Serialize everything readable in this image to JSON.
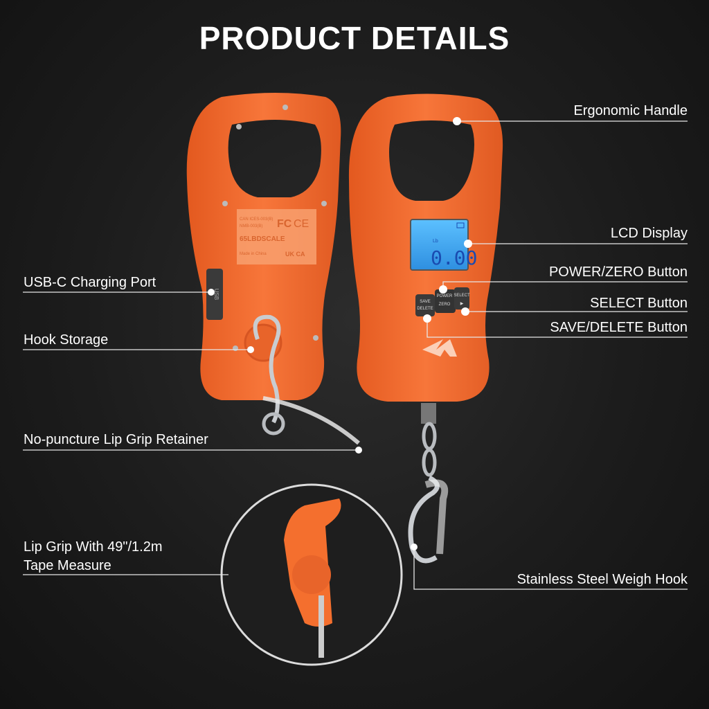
{
  "title": "PRODUCT DETAILS",
  "colors": {
    "body": "#f46f2e",
    "lcd": "#3aa6f0",
    "background": "#1c1c1c"
  },
  "device": {
    "back_label": {
      "model_line1": "CAN ICES-003(B)",
      "model_line2": "NMB-003(B)",
      "name": "65LBDSCALE",
      "origin": "Made in China",
      "marks": [
        "FC",
        "CE",
        "UK CA"
      ]
    },
    "lcd": {
      "unit": "Lb",
      "reading": "0.00"
    },
    "buttons": {
      "save": "SAVE",
      "delete": "DELETE",
      "power": "POWER",
      "zero": "ZERO",
      "select": "SELECT",
      "arrow": "▶"
    },
    "usb_port_text": "USB"
  },
  "callouts": {
    "right": [
      {
        "label": "Ergonomic Handle"
      },
      {
        "label": "LCD Display"
      },
      {
        "label": "POWER/ZERO Button"
      },
      {
        "label": "SELECT Button"
      },
      {
        "label": "SAVE/DELETE Button"
      },
      {
        "label": "Stainless Steel Weigh Hook"
      }
    ],
    "left": [
      {
        "label": "USB-C Charging Port"
      },
      {
        "label": "Hook Storage"
      },
      {
        "label": "No-puncture Lip Grip Retainer"
      },
      {
        "label": "Lip Grip With 49\"/1.2m",
        "label2": "Tape Measure"
      }
    ]
  }
}
